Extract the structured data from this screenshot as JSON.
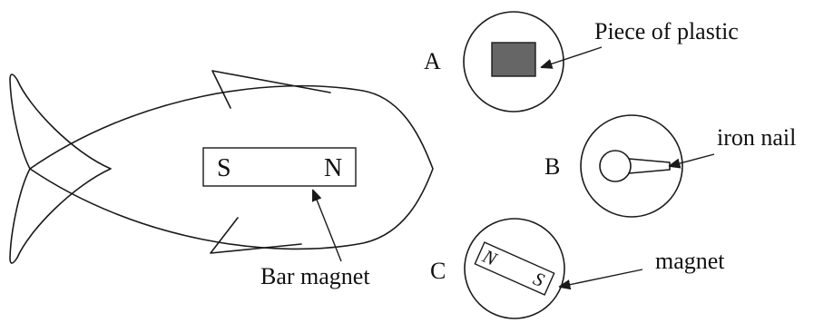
{
  "fish": {
    "bar_magnet": {
      "pole_left": "S",
      "pole_right": "N"
    },
    "bar_magnet_label": "Bar magnet"
  },
  "items": {
    "a": {
      "letter": "A",
      "object_label": "Piece of plastic"
    },
    "b": {
      "letter": "B",
      "object_label": "iron nail"
    },
    "c": {
      "letter": "C",
      "object_label": "magnet",
      "pole_left": "N",
      "pole_right": "S"
    }
  },
  "colors": {
    "line": "#1a1a1a",
    "plastic": "#666666",
    "background": "#ffffff"
  }
}
